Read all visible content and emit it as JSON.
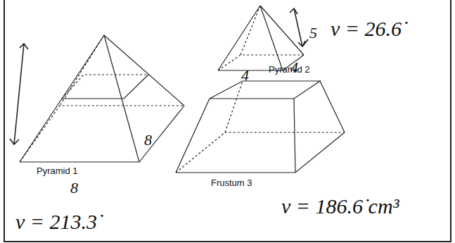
{
  "diagram": {
    "labels": [
      "Pyramid 1",
      "8",
      "8",
      "Pyramid 2",
      "4",
      "4",
      "5",
      "v = 26.6̇",
      "Frustum 3",
      "v = 186.6̇ cm³",
      "v = 213.3̇"
    ]
  }
}
